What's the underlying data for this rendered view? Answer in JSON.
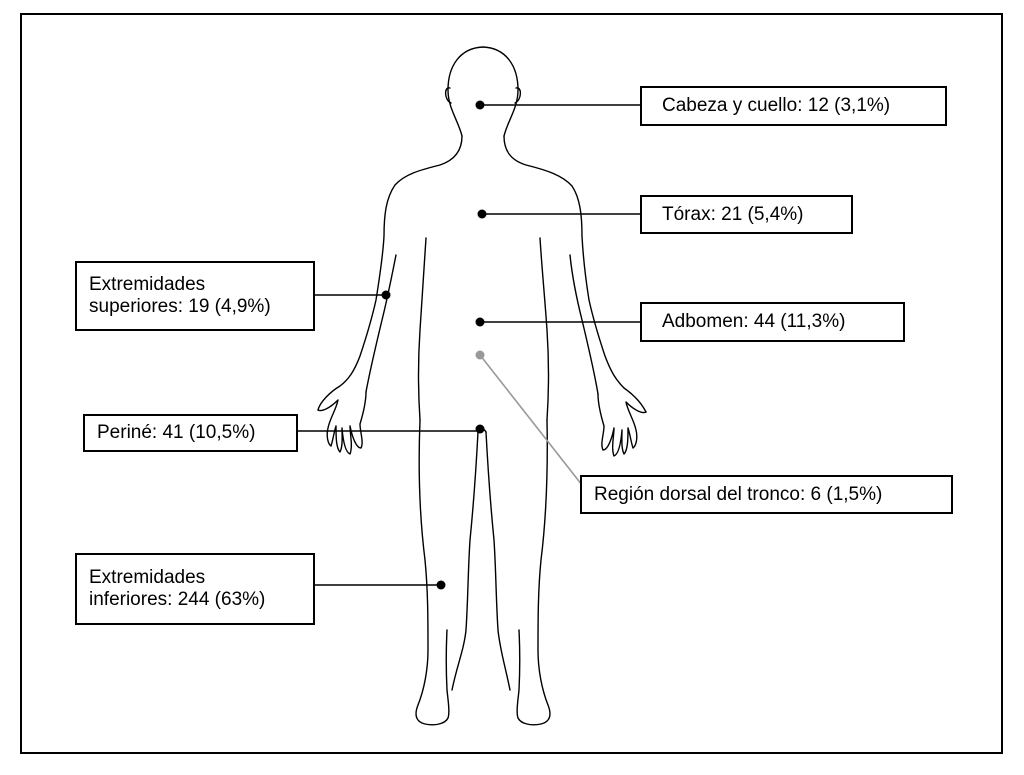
{
  "diagram": {
    "labels": {
      "head_neck": "Cabeza y cuello: 12 (3,1%)",
      "thorax": "Tórax: 21 (5,4%)",
      "upper_ext_line1": "Extremidades",
      "upper_ext_line2": "superiores: 19 (4,9%)",
      "abdomen": "Adbomen: 44 (11,3%)",
      "perineum": "Periné: 41 (10,5%)",
      "dorsal": "Región dorsal del tronco: 6 (1,5%)",
      "lower_ext_line1": "Extremidades",
      "lower_ext_line2": "inferiores: 244 (63%)"
    },
    "colors": {
      "line": "#000000",
      "dorsal_line": "#999999"
    }
  }
}
